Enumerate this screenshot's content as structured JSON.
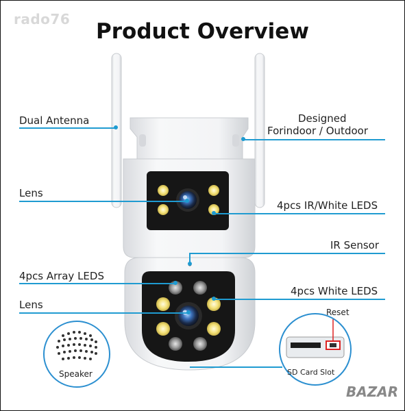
{
  "watermark": "rado76",
  "title": "Product Overview",
  "labels": {
    "dual_antenna": "Dual Antenna",
    "designed_line1": "Designed",
    "designed_line2": "Forindoor / Outdoor",
    "lens_top": "Lens",
    "ir_white_leds": "4pcs IR/White LEDS",
    "ir_sensor": "IR Sensor",
    "array_leds": "4pcs Array LEDS",
    "white_leds": "4pcs White LEDS",
    "lens_bottom": "Lens",
    "reset": "Reset",
    "speaker": "Speaker",
    "sd_card_slot": "SD Card Slot"
  },
  "logo": "BAZAR",
  "colors": {
    "accent_line": "#1f9bd1",
    "title": "#111111",
    "body": "#f2f3f5",
    "lens_panel": "#161616",
    "led_yellow": "#f4e27a"
  }
}
